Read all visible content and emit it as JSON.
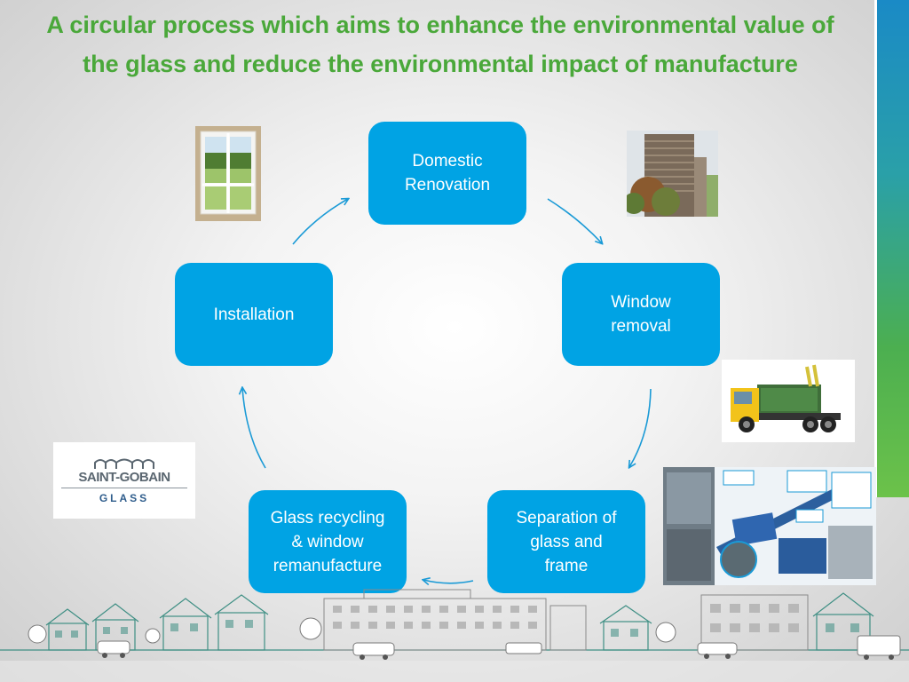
{
  "title": "A circular process which aims to enhance the environmental value of the glass and reduce the environmental impact of manufacture",
  "cycle": {
    "nodes": [
      {
        "id": "domestic-renovation",
        "label": "Domestic\nRenovation"
      },
      {
        "id": "window-removal",
        "label": "Window\nremoval"
      },
      {
        "id": "separation",
        "label": "Separation of\nglass and\nframe"
      },
      {
        "id": "glass-recycling",
        "label": "Glass recycling\n& window\nremanufacture"
      },
      {
        "id": "installation",
        "label": "Installation"
      }
    ]
  },
  "logo": {
    "company": "SAINT-GOBAIN",
    "division": "GLASS"
  },
  "colors": {
    "title": "#4aa83a",
    "node_fill": "#00a3e4",
    "node_text": "#ffffff",
    "arrow": "#1a9ad6",
    "side_bar_top": "#1a8ac6",
    "side_bar_bottom": "#6cc24a",
    "skyline_teal": "#3f8f84"
  }
}
